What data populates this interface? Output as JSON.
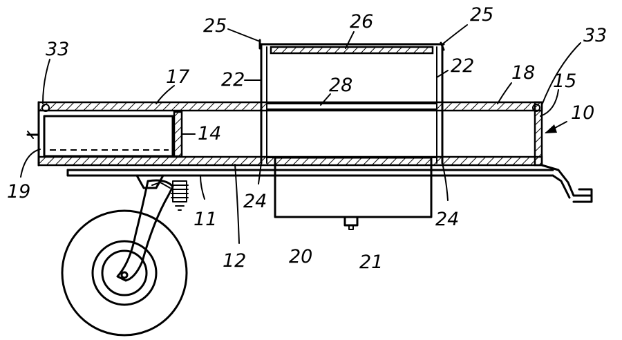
{
  "labels": {
    "n33_left": "33",
    "n33_right": "33",
    "n25_left": "25",
    "n25_right": "25",
    "n26": "26",
    "n22_left": "22",
    "n22_right": "22",
    "n17": "17",
    "n18": "18",
    "n15": "15",
    "n10": "10",
    "n28": "28",
    "n14": "14",
    "n19": "19",
    "n11": "11",
    "n24_left": "24",
    "n24_right": "24",
    "n12": "12",
    "n20": "20",
    "n21": "21"
  }
}
